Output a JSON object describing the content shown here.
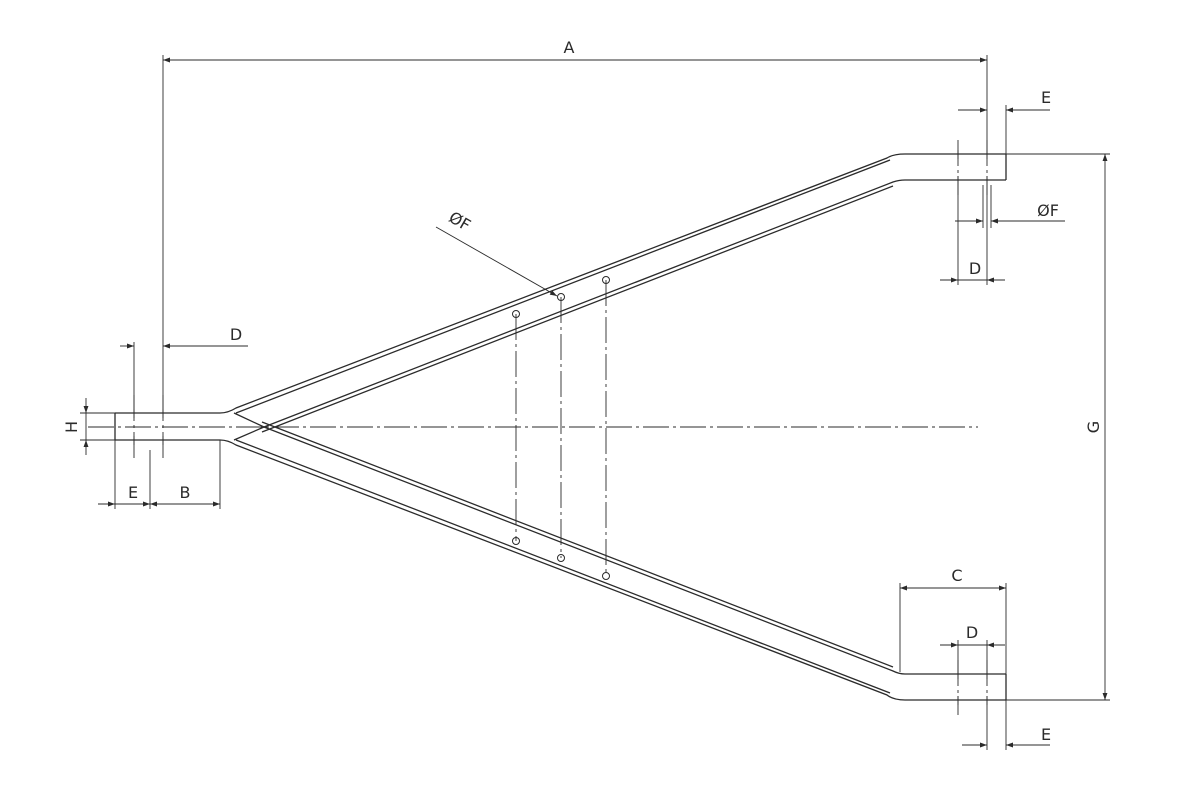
{
  "labels": {
    "a": "A",
    "b": "B",
    "c": "C",
    "d_left": "D",
    "d_top_right": "D",
    "d_bottom_right": "D",
    "e_left": "E",
    "e_top_right": "E",
    "e_bottom_right": "E",
    "f_hole": "ØF",
    "f_right": "ØF",
    "g": "G",
    "h": "H"
  }
}
